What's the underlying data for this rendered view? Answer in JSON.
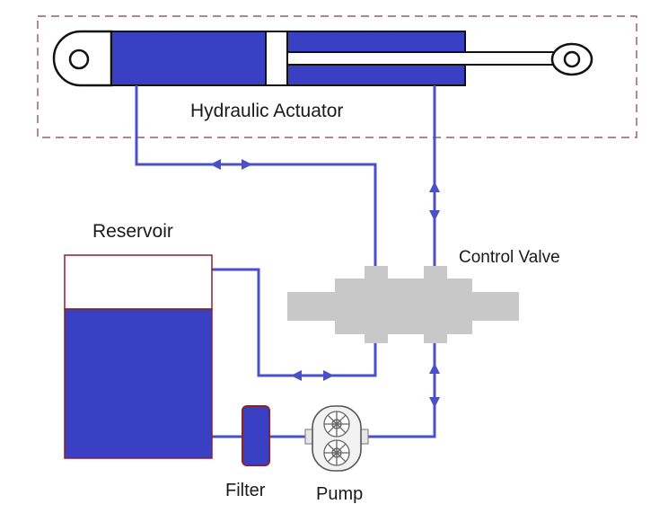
{
  "labels": {
    "actuator": "Hydraulic Actuator",
    "reservoir": "Reservoir",
    "valve": "Control Valve",
    "filter": "Filter",
    "pump": "Pump"
  },
  "colors": {
    "fluid": "#3a40c4",
    "pipe": "#4a50c8",
    "valve": "#c8c8c8",
    "filter": "#3a40c4",
    "filter_border": "#8a2030",
    "reservoir_border": "#8a2030",
    "dashed_border": "#8a3a4a",
    "outline": "#111111"
  }
}
